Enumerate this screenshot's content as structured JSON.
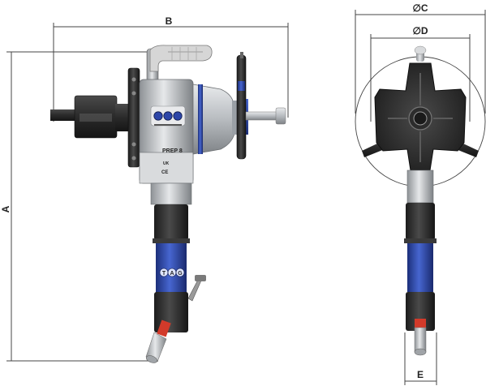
{
  "dimensions": {
    "a": "A",
    "b": "B",
    "c": "C",
    "d": "D",
    "e": "E",
    "diameter_symbol": "∅"
  },
  "machine": {
    "model_plate": "PREP 8",
    "mark_uk": "UK",
    "mark_ce": "CE",
    "badge_letters": [
      "T",
      "A",
      "G"
    ]
  },
  "colors": {
    "blue_accent": "#2d46a8",
    "dark_body": "#2b2b2b",
    "metal": "#bfc2c6",
    "handle_grey": "#d4d4d4",
    "dim_line": "#444444"
  }
}
